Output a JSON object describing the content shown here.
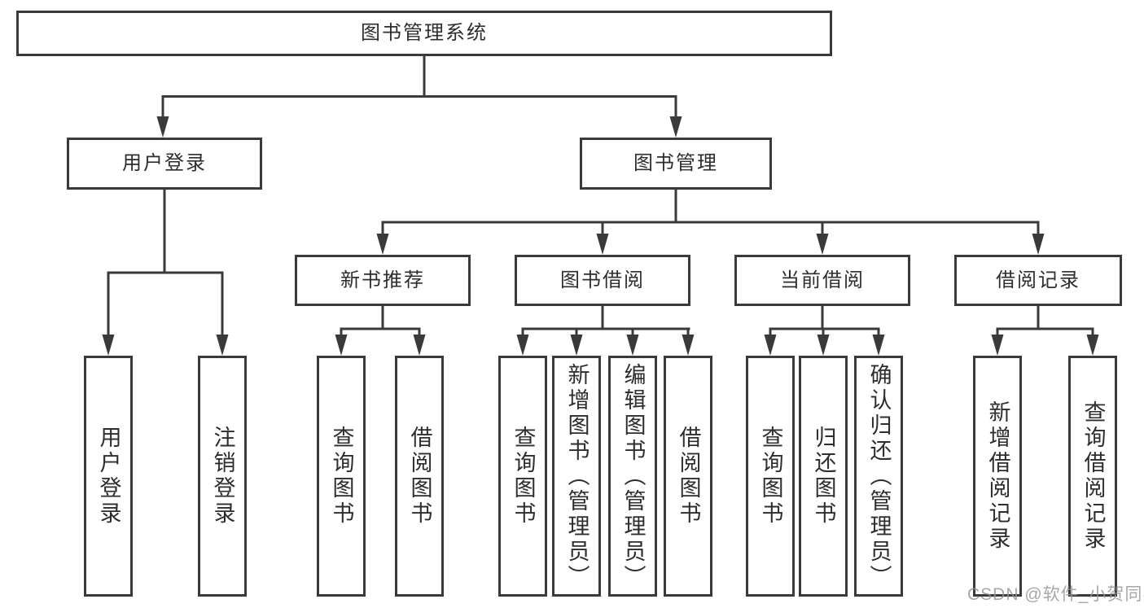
{
  "diagram_type": "hierarchy-tree",
  "colors": {
    "line": "#3a3a3a",
    "text": "#2d2d2d",
    "background": "#ffffff",
    "watermark": "#949494"
  },
  "nodes": {
    "root": {
      "label": "图书管理系统"
    },
    "user_login": {
      "label": "用户登录"
    },
    "book_management": {
      "label": "图书管理"
    },
    "new_book_recommend": {
      "label": "新书推荐"
    },
    "book_borrowing": {
      "label": "图书借阅"
    },
    "current_borrowing": {
      "label": "当前借阅"
    },
    "borrowing_records": {
      "label": "借阅记录"
    },
    "leaf_user_login": {
      "label": "用户登录"
    },
    "leaf_logout": {
      "label": "注销登录"
    },
    "leaf_query_book_recommend": {
      "label": "查询图书"
    },
    "leaf_borrow_book_recommend": {
      "label": "借阅图书"
    },
    "leaf_query_book_borrowing": {
      "label": "查询图书"
    },
    "leaf_add_book_admin": {
      "label": "新增图书（管理员）"
    },
    "leaf_edit_book_admin": {
      "label": "编辑图书（管理员）"
    },
    "leaf_borrow_book_borrowing": {
      "label": "借阅图书"
    },
    "leaf_query_book_current": {
      "label": "查询图书"
    },
    "leaf_return_book": {
      "label": "归还图书"
    },
    "leaf_confirm_return_admin": {
      "label": "确认归还（管理员）"
    },
    "leaf_add_borrow_record": {
      "label": "新增借阅记录"
    },
    "leaf_query_borrow_record": {
      "label": "查询借阅记录"
    }
  },
  "watermark": {
    "text": "CSDN @软件_小贺同学"
  }
}
